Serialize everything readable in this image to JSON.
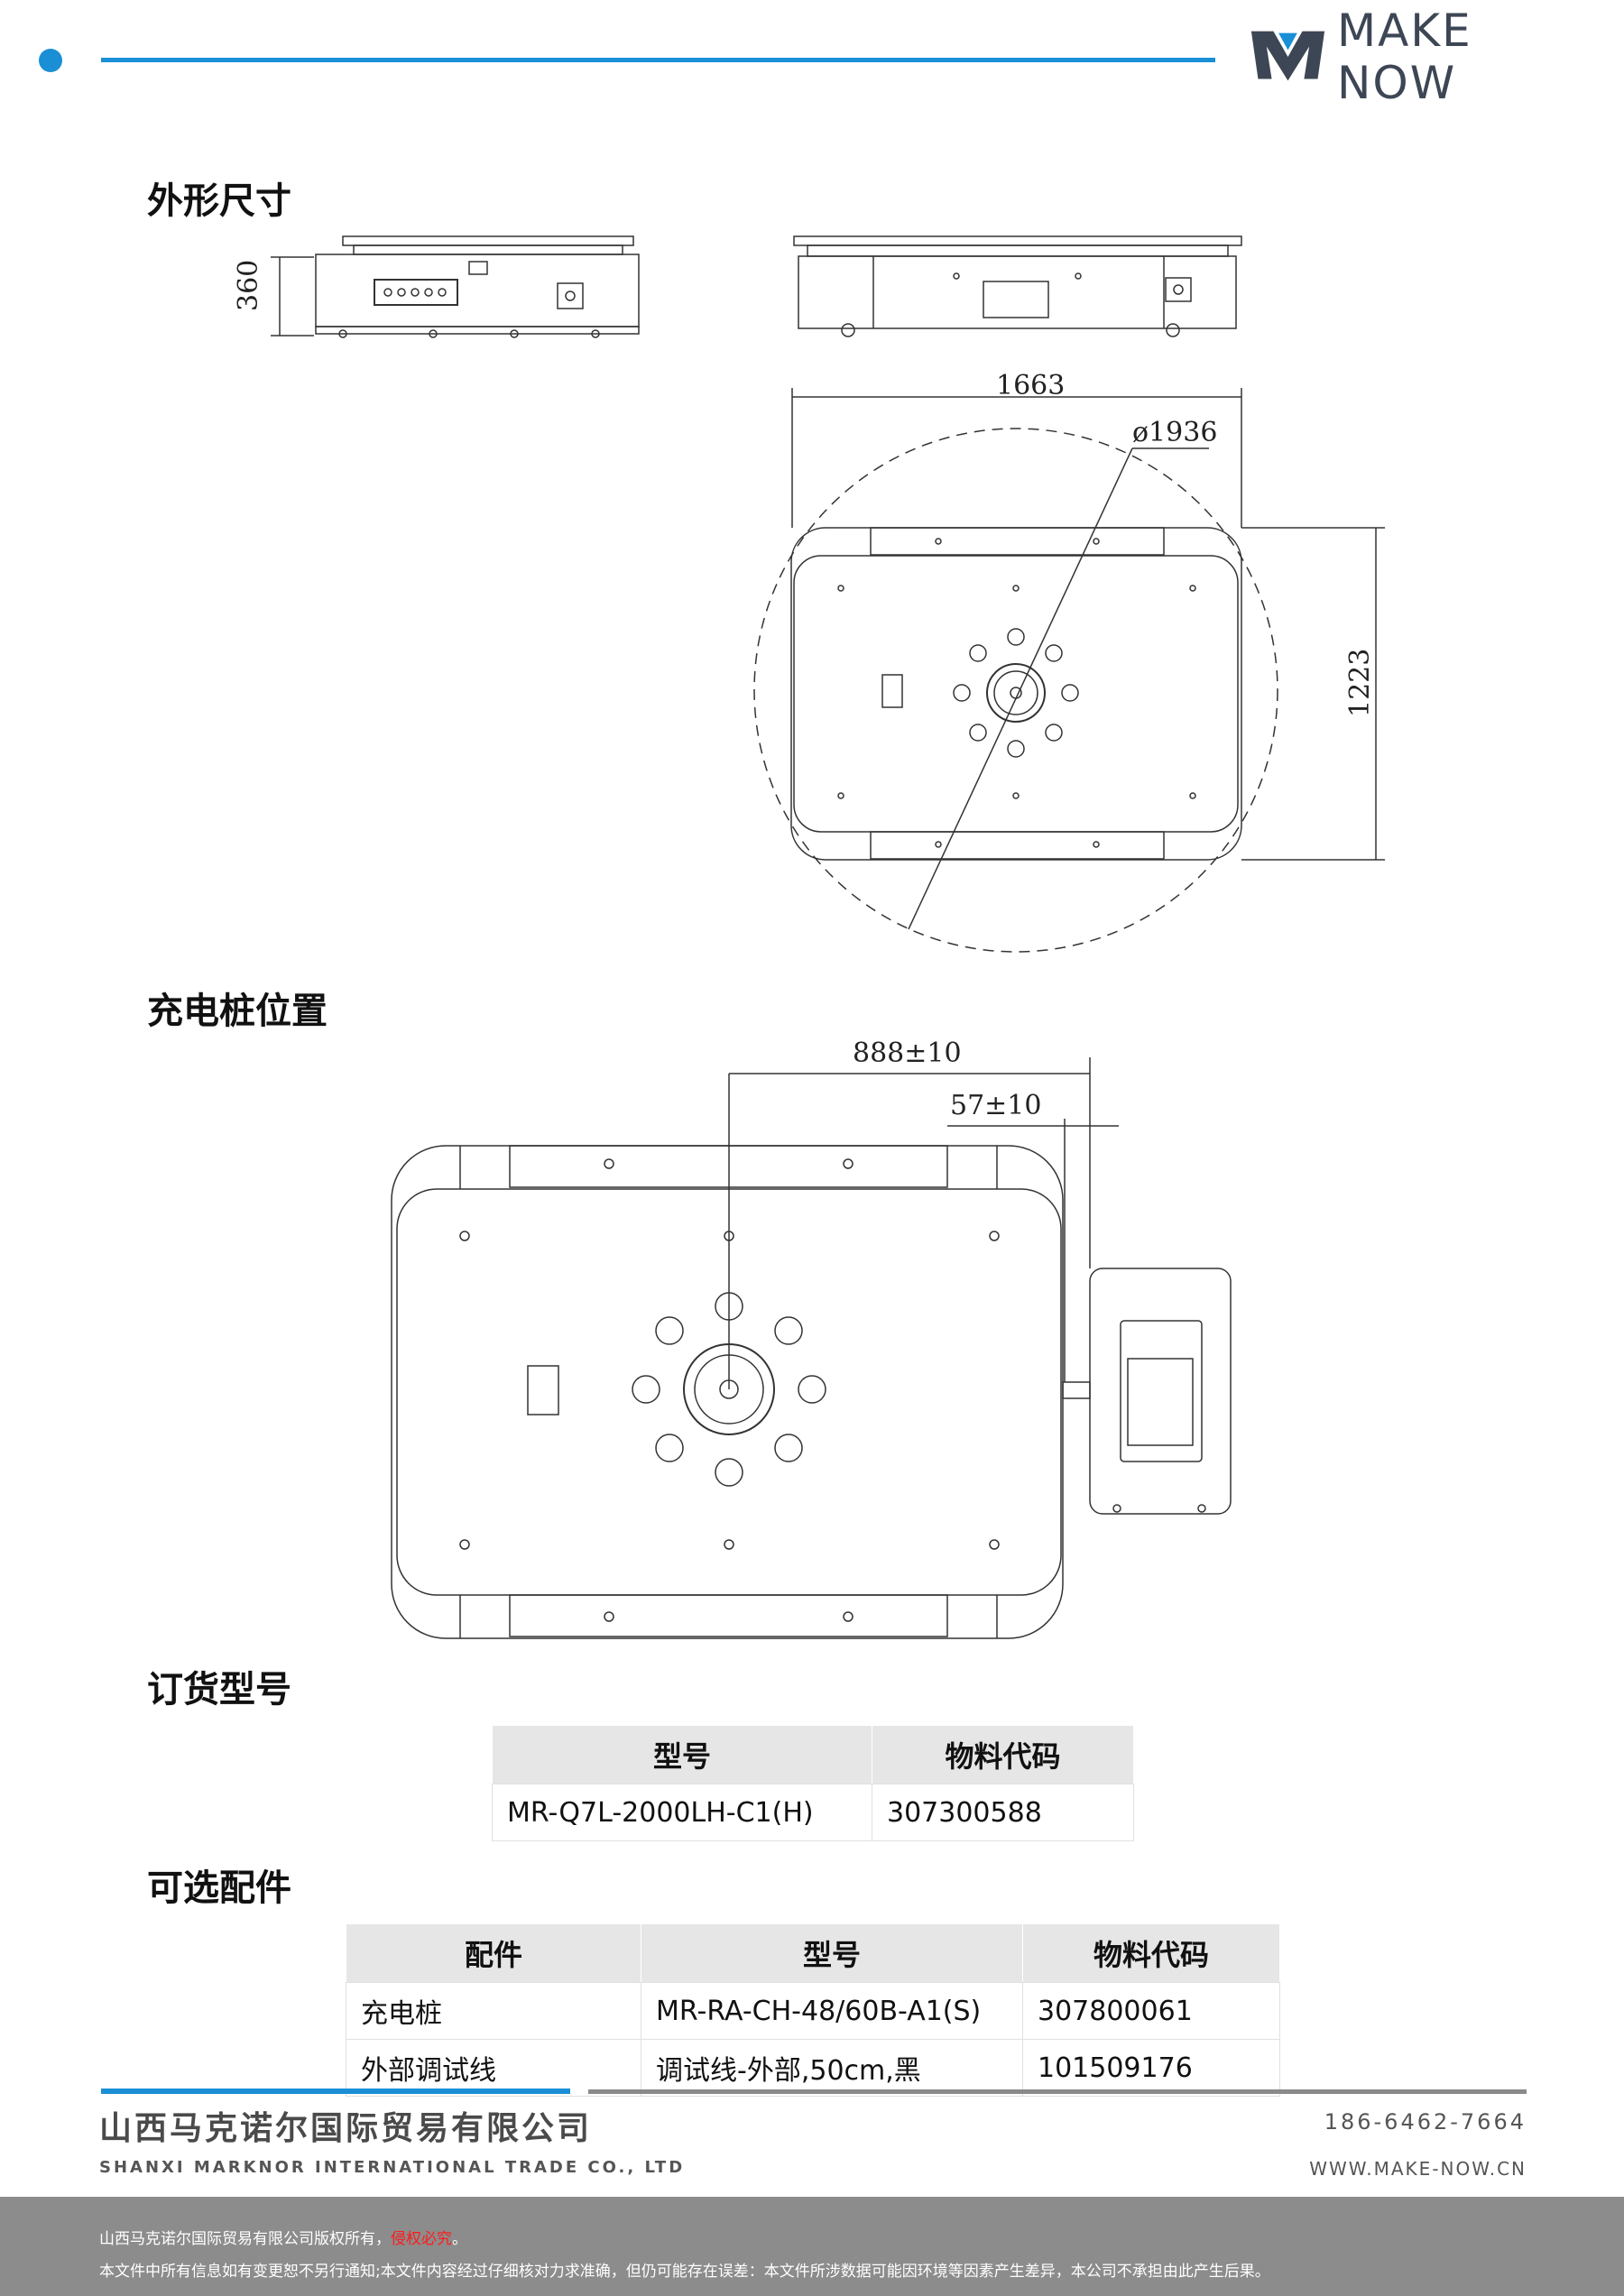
{
  "brand": {
    "logo_text": "MAKE NOW",
    "accent": "#1a8fd6"
  },
  "sections": {
    "dimensions": "外形尺寸",
    "charger_position": "充电桩位置",
    "ordering_model": "订货型号",
    "optional_accessories": "可选配件"
  },
  "dims": {
    "height": "360",
    "width": "1663",
    "diameter": "ø1936",
    "depth": "1223",
    "charger_offset": "888±10",
    "charger_gap": "57±10"
  },
  "order_table": {
    "headers": [
      "型号",
      "物料代码"
    ],
    "rows": [
      [
        "MR-Q7L-2000LH-C1(H)",
        "307300588"
      ]
    ]
  },
  "accessory_table": {
    "headers": [
      "配件",
      "型号",
      "物料代码"
    ],
    "rows": [
      [
        "充电桩",
        "MR-RA-CH-48/60B-A1(S)",
        "307800061"
      ],
      [
        "外部调试线",
        "调试线-外部,50cm,黑",
        "101509176"
      ]
    ]
  },
  "footer": {
    "company_cn": "山西马克诺尔国际贸易有限公司",
    "company_en": "SHANXI MARKNOR INTERNATIONAL TRADE CO., LTD",
    "phone": "186-6462-7664",
    "website": "WWW.MAKE-NOW.CN",
    "copyright_prefix": "山西马克诺尔国际贸易有限公司版权所有，",
    "copyright_warning": "侵权必究",
    "copyright_suffix": "。",
    "disclaimer": "本文件中所有信息如有变更恕不另行通知;本文件内容经过仔细核对力求准确，但仍可能存在误差：本文件所涉数据可能因环境等因素产生差异，本公司不承担由此产生后果。"
  }
}
